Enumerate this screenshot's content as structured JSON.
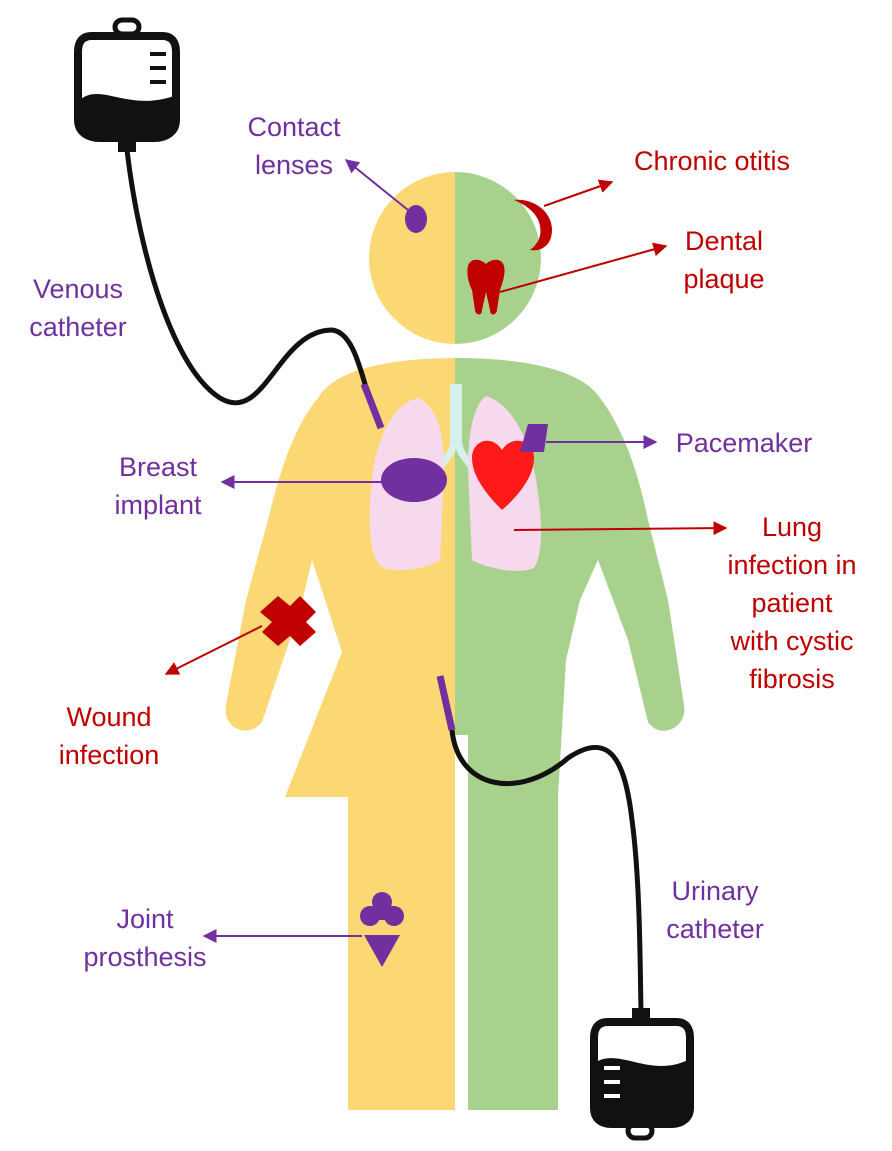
{
  "colors": {
    "female_body": "#FCD875",
    "male_body": "#A9D18E",
    "infection_label": "#C00000",
    "device_label": "#7030A0",
    "lung": "#F7D9EE",
    "trachea": "#D6F1EC",
    "heart": "#FF1A1A",
    "device": "#7030A0",
    "tube": "#111111"
  },
  "labels": {
    "contact_lenses": [
      "Contact",
      "lenses"
    ],
    "chronic_otitis": [
      "Chronic otitis"
    ],
    "dental_plaque": [
      "Dental",
      "plaque"
    ],
    "venous_catheter": [
      "Venous",
      "catheter"
    ],
    "pacemaker": [
      "Pacemaker"
    ],
    "breast_implant": [
      "Breast",
      "implant"
    ],
    "lung_infection": [
      "Lung",
      "infection in",
      "patient",
      "with cystic",
      "fibrosis"
    ],
    "wound_infection": [
      "Wound",
      "infection"
    ],
    "urinary_catheter": [
      "Urinary",
      "catheter"
    ],
    "joint_prosthesis": [
      "Joint",
      "prosthesis"
    ]
  },
  "icons": {
    "iv_bag_top": "iv-bag-icon",
    "iv_bag_bottom": "urine-bag-icon",
    "tooth": "tooth-icon",
    "heart": "heart-icon",
    "wound": "wound-icon",
    "prosthesis": "joint-prosthesis-icon"
  }
}
